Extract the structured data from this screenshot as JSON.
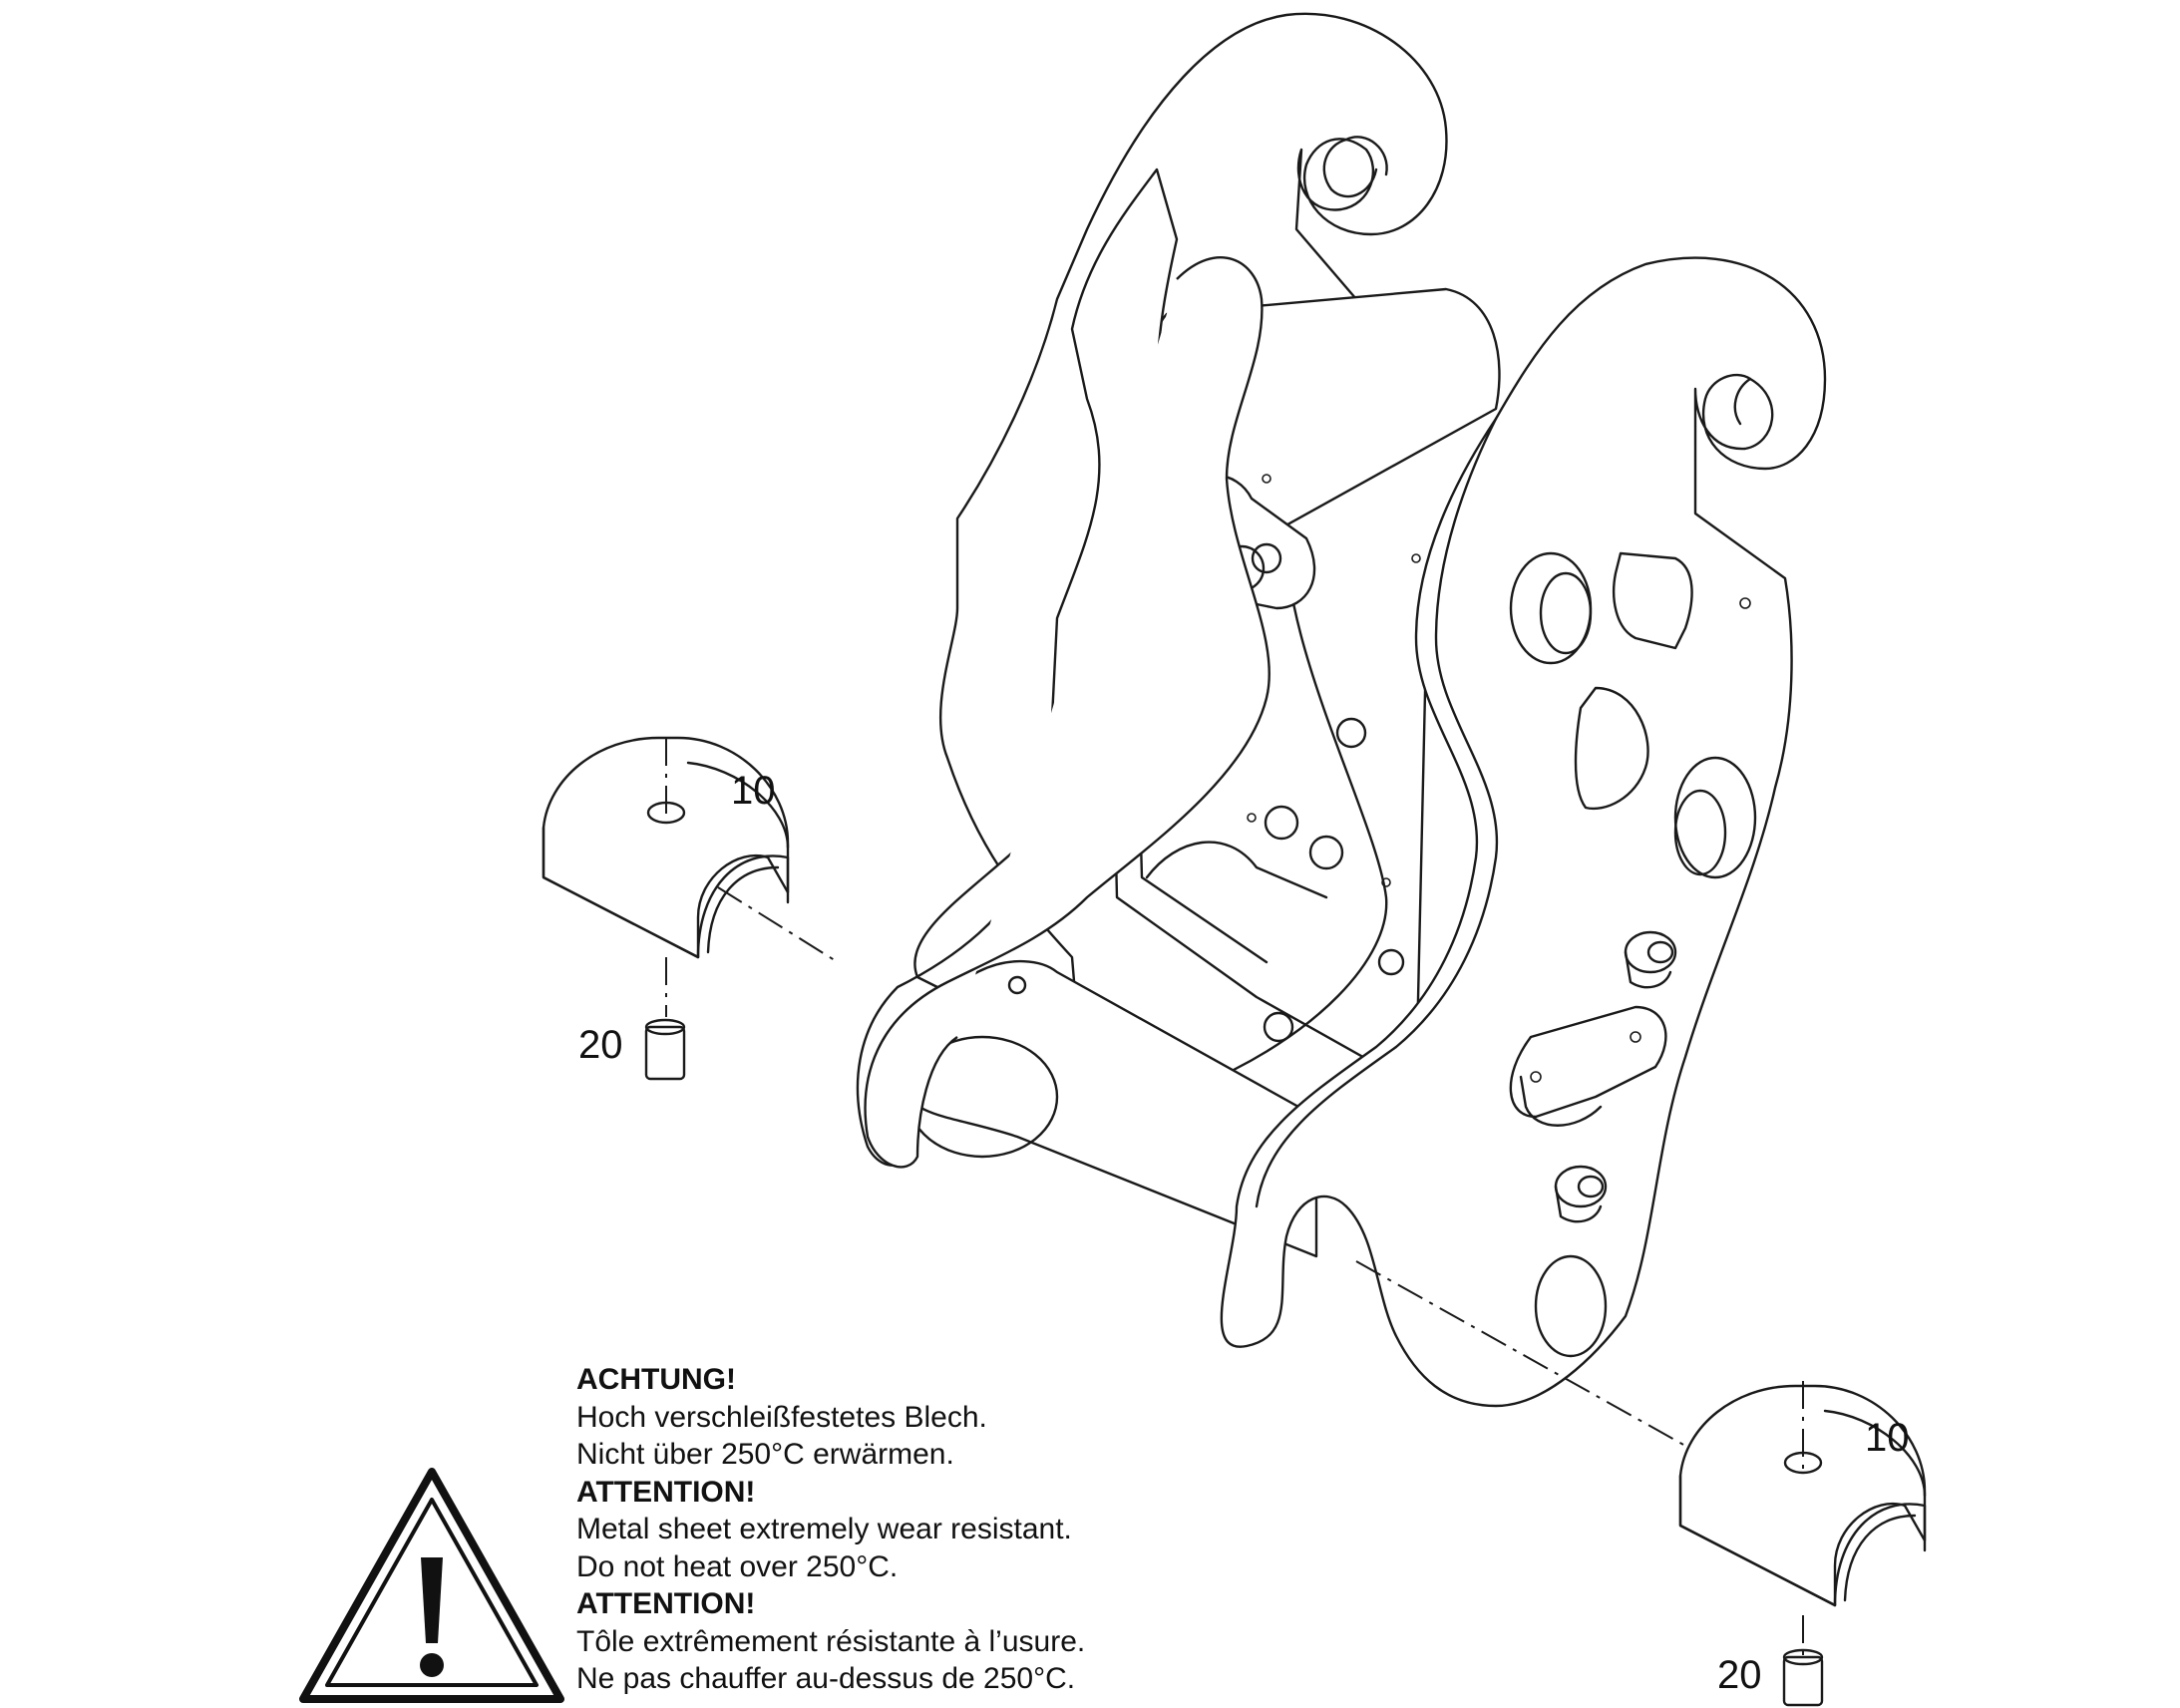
{
  "callouts": {
    "left_sleeve": "10",
    "left_pin": "20",
    "right_sleeve": "10",
    "right_pin": "20"
  },
  "warning": {
    "de_heading": "ACHTUNG!",
    "de_line1": "Hoch verschleißfestetes Blech.",
    "de_line2": "Nicht über 250°C erwärmen.",
    "en_heading": "ATTENTION!",
    "en_line1": "Metal sheet extremely wear resistant.",
    "en_line2": "Do not heat over 250°C.",
    "fr_heading": "ATTENTION!",
    "fr_line1": "Tôle extrêmement résistante à l’usure.",
    "fr_line2": "Ne pas chauffer au-dessus de 250°C."
  },
  "icons": {
    "warning": "warning-triangle-icon"
  },
  "colors": {
    "line": "#1a1a1a",
    "background": "#ffffff"
  }
}
